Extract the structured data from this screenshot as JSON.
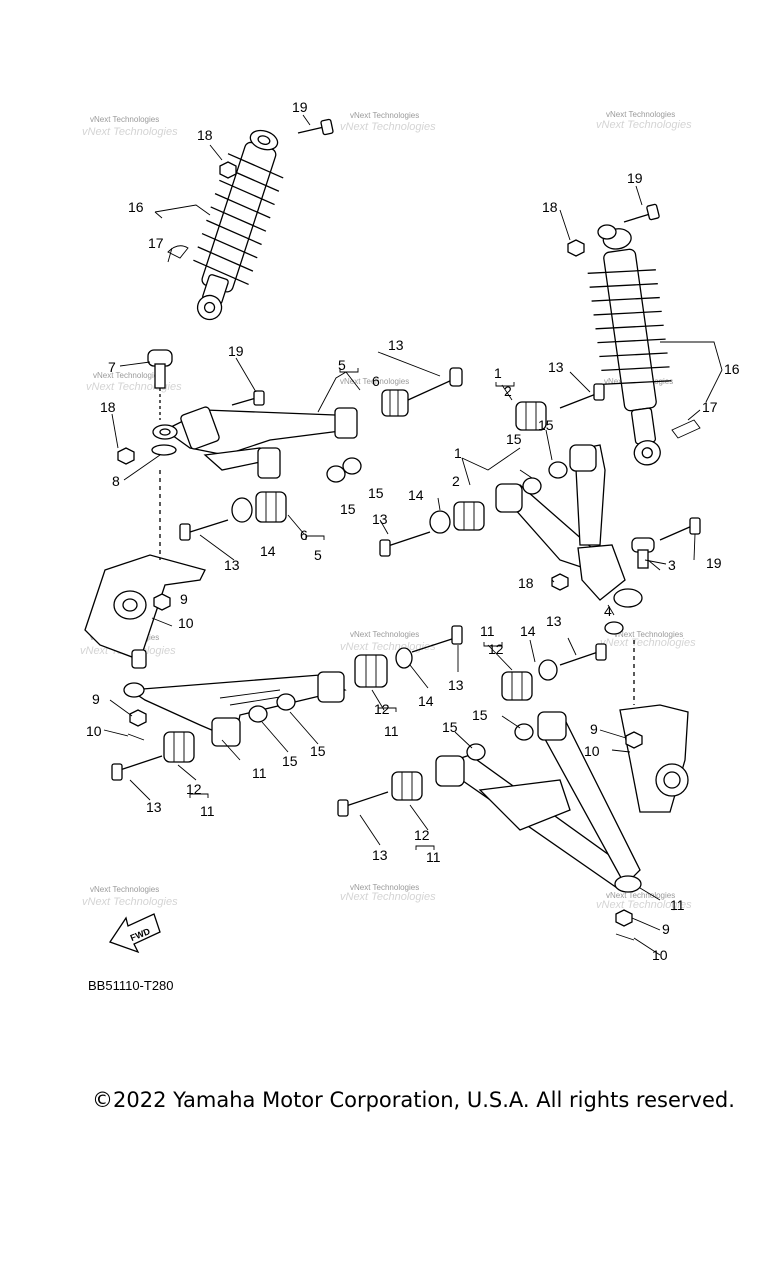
{
  "watermark": "vNext Technologies",
  "diagram_code": "BB51110-T280",
  "copyright": "©2022 Yamaha Motor Corporation, U.S.A. All rights reserved.",
  "fwd_label": "FWD",
  "callouts": {
    "c1": "1",
    "c2": "2",
    "c3": "3",
    "c4": "4",
    "c5": "5",
    "c6": "6",
    "c7": "7",
    "c8": "8",
    "c9": "9",
    "c10": "10",
    "c11": "11",
    "c12": "12",
    "c13": "13",
    "c14": "14",
    "c15": "15",
    "c16": "16",
    "c17": "17",
    "c18": "18",
    "c19": "19"
  }
}
